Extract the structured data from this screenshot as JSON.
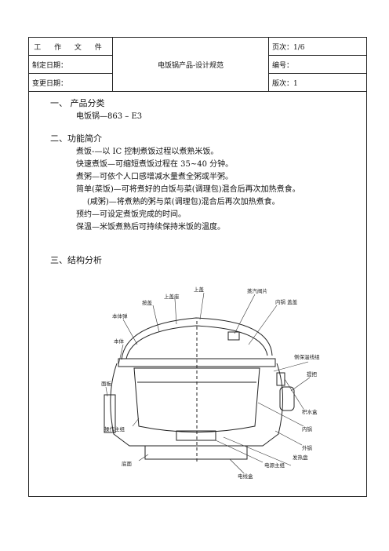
{
  "header": {
    "work_doc": "工 作 文 件",
    "made_date_label": "制定日期：",
    "change_date_label": "变更日期：",
    "title": "电饭锅产品-设计规范",
    "page": "页次：1/6",
    "number_label": "编号：",
    "version": "版次：1"
  },
  "sections": {
    "s1_title": "一、 产品分类",
    "s1_line": "电饭锅—863 – E3",
    "s2_title": "二、功能简介",
    "s2_lines": [
      "煮饭-—以 IC 控制煮饭过程以煮熟米饭。",
      "快速煮饭—可缩短煮饭过程在 35~40 分钟。",
      "煮粥—可依个人口感增减水量煮全粥或半粥。",
      "简单(菜饭)—可将煮好的白饭与菜(调理包)混合后再次加热煮食。",
      "(咸粥)—将煮熟的粥与菜(调理包)混合后再次加热煮食。",
      "预约—可设定煮饭完成的时间。",
      "保温—米饭煮熟后可持续保持米饭的温度。"
    ],
    "s3_title": "三、结构分析"
  },
  "diagram_labels": {
    "top_cover": "上盖",
    "top_cover_seat": "上盖座",
    "hinge_cover": "按盖",
    "steam_valve": "蒸汽阀片",
    "inner_cover": "内锅 盖盖",
    "main_latch": "本体弹",
    "main_body": "本体",
    "insulation": "侧保温线组",
    "handle": "提把",
    "panel": "面板",
    "water_box": "积水盒",
    "control_board": "操作主组",
    "inner_pot": "内锅",
    "outer_pot": "外锅",
    "base": "底面",
    "cord_seat": "电线盒",
    "power_board": "电源主组",
    "heater": "发热盘"
  }
}
